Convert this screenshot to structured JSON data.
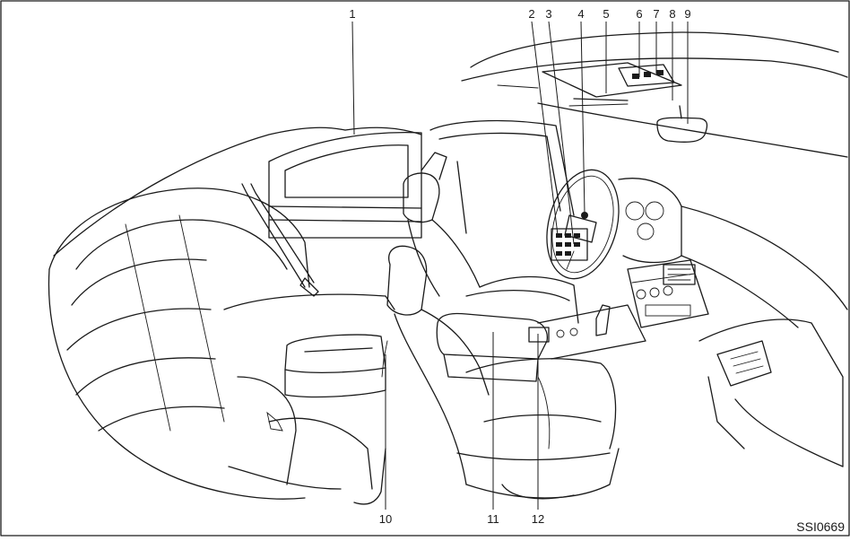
{
  "callouts": [
    {
      "id": "c1",
      "label": "1"
    },
    {
      "id": "c2",
      "label": "2"
    },
    {
      "id": "c3",
      "label": "3"
    },
    {
      "id": "c4",
      "label": "4"
    },
    {
      "id": "c5",
      "label": "5"
    },
    {
      "id": "c6",
      "label": "6"
    },
    {
      "id": "c7",
      "label": "7"
    },
    {
      "id": "c8",
      "label": "8"
    },
    {
      "id": "c9",
      "label": "9"
    },
    {
      "id": "c10",
      "label": "10"
    },
    {
      "id": "c11",
      "label": "11"
    },
    {
      "id": "c12",
      "label": "12"
    }
  ],
  "figure_code": "SSI0669",
  "colors": {
    "ink": "#1a1a1a",
    "background": "#ffffff"
  }
}
